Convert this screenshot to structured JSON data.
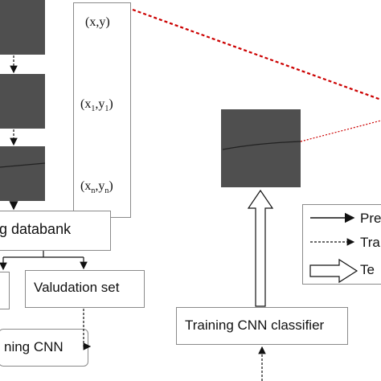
{
  "coords": {
    "first": {
      "base": "(x,y)"
    },
    "second": {
      "pre": "(x",
      "sub1": "1",
      "mid": ",y",
      "sub2": "1",
      "post": ")"
    },
    "last": {
      "pre": "(x",
      "sub1": "n",
      "mid": ",y",
      "sub2": "n",
      "post": ")"
    }
  },
  "boxes": {
    "databank": "g databank",
    "validation_set": "Valudation set",
    "training_cnn": "ning CNN",
    "training_cnn_classifier": "Training CNN classifier"
  },
  "legend": {
    "items": [
      {
        "arrow": "solid-arrow",
        "label": "Pre"
      },
      {
        "arrow": "dashed-arrow",
        "label": "Tra"
      },
      {
        "arrow": "hollow-arrow",
        "label": "Te"
      }
    ]
  },
  "colors": {
    "image_fill": "#4f4f4f",
    "border": "#8a8a8a",
    "dashed_red": "#cc0000"
  }
}
